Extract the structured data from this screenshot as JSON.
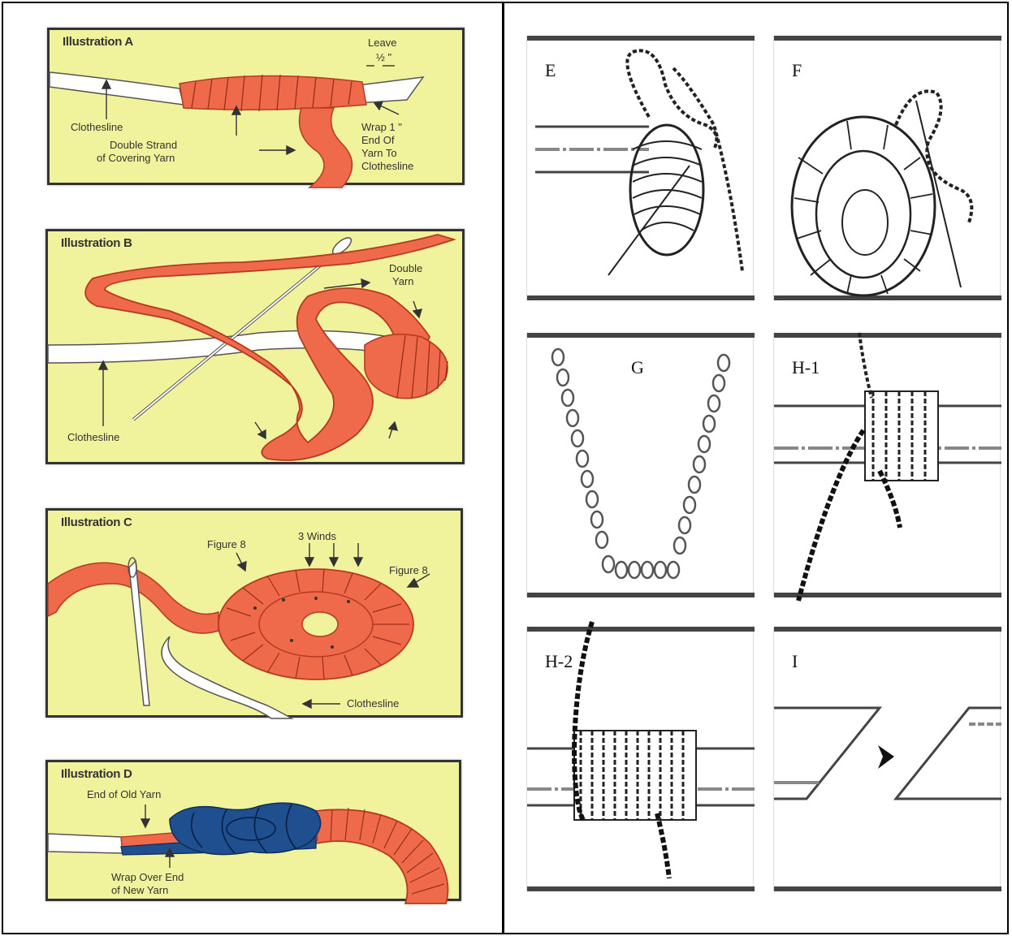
{
  "left": {
    "a": {
      "title": "Illustration A",
      "leave": "Leave",
      "leave_sub": "½ \"",
      "clothesline": "Clothesline",
      "double_strand_1": "Double Strand",
      "double_strand_2": "of Covering Yarn",
      "wrap_1": "Wrap 1 \"",
      "wrap_2": "End Of",
      "wrap_3": "Yarn To",
      "wrap_4": "Clothesline"
    },
    "b": {
      "title": "Illustration B",
      "double_1": "Double",
      "double_2": "Yarn",
      "clothesline": "Clothesline"
    },
    "c": {
      "title": "Illustration C",
      "figure8_left": "Figure 8",
      "three_winds": "3 Winds",
      "figure8_right": "Figure 8",
      "clothesline": "Clothesline"
    },
    "d": {
      "title": "Illustration D",
      "end_old": "End of Old Yarn",
      "wrap_over_1": "Wrap Over End",
      "wrap_over_2": "of New Yarn"
    }
  },
  "right": {
    "labels": [
      "E",
      "F",
      "G",
      "H-1",
      "H-2",
      "I"
    ]
  },
  "colors": {
    "yellow_bg": "#f1f39c",
    "coral_yarn": "#ee6a4a",
    "blue_yarn": "#1f4f8f",
    "clothesline": "#ffffff",
    "ink": "#333333"
  }
}
